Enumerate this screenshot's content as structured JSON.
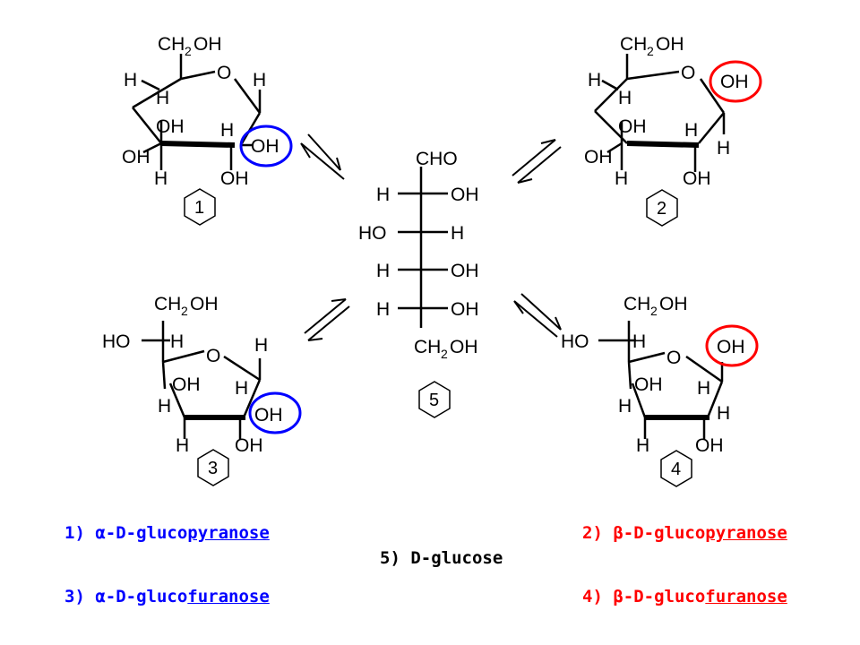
{
  "structures": {
    "s1": {
      "ch2oh_a": "CH",
      "ch2oh_sub": "2",
      "ch2oh_b": "OH",
      "ring_o": "O",
      "h_c5": "H",
      "h_c5_in": "H",
      "h_c1_top": "H",
      "oh_c4": "OH",
      "oh_c3_out": "OH",
      "h_c2": "H",
      "oh_c1": "OH",
      "h_c3": "H",
      "oh_c2": "OH",
      "number": "1"
    },
    "s2": {
      "ch2oh_a": "CH",
      "ch2oh_sub": "2",
      "ch2oh_b": "OH",
      "ring_o": "O",
      "oh_c1": "OH",
      "h_c5": "H",
      "h_c5_in": "H",
      "oh_c4": "OH",
      "h_c2": "H",
      "oh_c3_out": "OH",
      "h_c3": "H",
      "oh_c2": "OH",
      "h_c1": "H",
      "number": "2"
    },
    "s3": {
      "ch2oh_a": "CH",
      "ch2oh_sub": "2",
      "ch2oh_b": "OH",
      "ho_c5": "HO",
      "h_c5": "H",
      "h_c1_top": "H",
      "ring_o": "O",
      "oh_c3": "OH",
      "h_c2": "H",
      "h_c4": "H",
      "oh_c1": "OH",
      "h_c3": "H",
      "oh_c2": "OH",
      "number": "3"
    },
    "s4": {
      "ch2oh_a": "CH",
      "ch2oh_sub": "2",
      "ch2oh_b": "OH",
      "ho_c5": "HO",
      "h_c5": "H",
      "oh_c1": "OH",
      "ring_o": "O",
      "oh_c3": "OH",
      "h_c2": "H",
      "h_c4": "H",
      "h_c1": "H",
      "h_c3": "H",
      "oh_c2": "OH",
      "number": "4"
    },
    "s5": {
      "cho": "CHO",
      "r1_left": "H",
      "r1_right": "OH",
      "r2_left": "HO",
      "r2_right": "H",
      "r3_left": "H",
      "r3_right": "OH",
      "r4_left": "H",
      "r4_right": "OH",
      "ch2oh_a": "CH",
      "ch2oh_sub": "2",
      "ch2oh_b": "OH",
      "number": "5"
    }
  },
  "captions": {
    "c1": {
      "prefix": "1) ",
      "greek": "α",
      "mid": "-D-gluco",
      "ring": "pyranose",
      "color": "#0000ff"
    },
    "c2": {
      "prefix": "2) ",
      "greek": "β",
      "mid": "-D-gluco",
      "ring": "pyranose",
      "color": "#ff0000"
    },
    "c3": {
      "prefix": "3) ",
      "greek": "α",
      "mid": "-D-gluco",
      "ring": "furanose",
      "color": "#0000ff"
    },
    "c4": {
      "prefix": "4) ",
      "greek": "β",
      "mid": "-D-gluco",
      "ring": "furanose",
      "color": "#ff0000"
    },
    "c5": {
      "text": "5) D-glucose",
      "color": "#000000"
    }
  },
  "colors": {
    "alpha_highlight": "#0000ff",
    "beta_highlight": "#ff0000",
    "bonds": "#000000"
  }
}
